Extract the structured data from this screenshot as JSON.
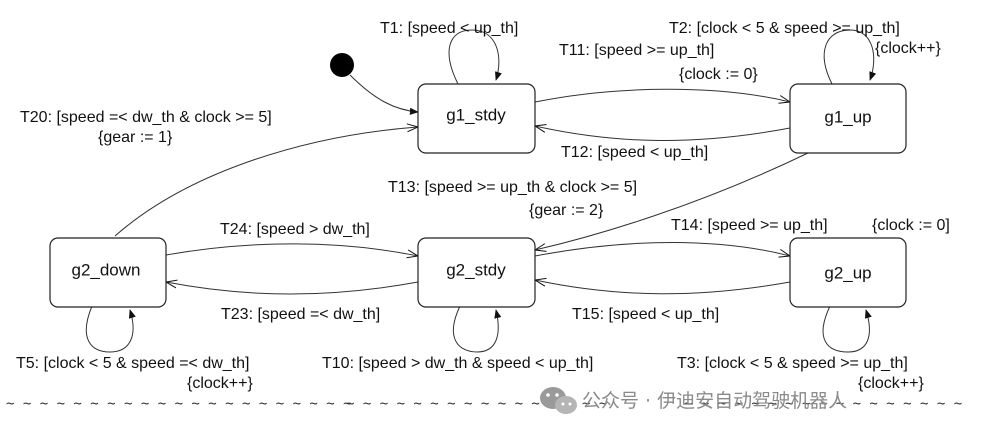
{
  "states": {
    "g1_stdy": "g1_stdy",
    "g1_up": "g1_up",
    "g2_down": "g2_down",
    "g2_stdy": "g2_stdy",
    "g2_up": "g2_up"
  },
  "transitions": {
    "t1": "T1: [speed < up_th]",
    "t2": "T2: [clock < 5 & speed >= up_th]",
    "t2_action": "{clock++}",
    "t11": "T11: [speed >= up_th]",
    "t11_action": "{clock := 0}",
    "t12": "T12: [speed < up_th]",
    "t20": "T20: [speed =< dw_th & clock >= 5]",
    "t20_action": "{gear := 1}",
    "t13": "T13: [speed >= up_th & clock >= 5]",
    "t13_action": "{gear := 2}",
    "t14": "T14: [speed >= up_th]",
    "t14_action": "{clock := 0]",
    "t24": "T24: [speed > dw_th]",
    "t23": "T23: [speed =< dw_th]",
    "t15": "T15: [speed < up_th]",
    "t5": "T5: [clock < 5 & speed =< dw_th]",
    "t5_action": "{clock++}",
    "t10": "T10: [speed > dw_th & speed < up_th]",
    "t3": "T3: [clock < 5 & speed >= up_th]",
    "t3_action": "{clock++}"
  },
  "squiggle_left": "~ ~ ~ ~ ~ ~ ~ ~ ~ ~ ~ ~ ~ ~ ~ ~ ~ ~ ~ ~ ~",
  "squiggle_mid": "~ ~ ~ ~ ~ ~ ~ ~ ~ ~ ~ ~ ~ ~ ~ ~",
  "squiggle_right": "~ ~ ~ ~ ~ ~ ~ ~ ~ ~ ~ ~ ~ ~ ~ ~ ~",
  "watermark": {
    "icon": "wechat-icon",
    "text": "公众号 · 伊迪安自动驾驶机器人"
  }
}
